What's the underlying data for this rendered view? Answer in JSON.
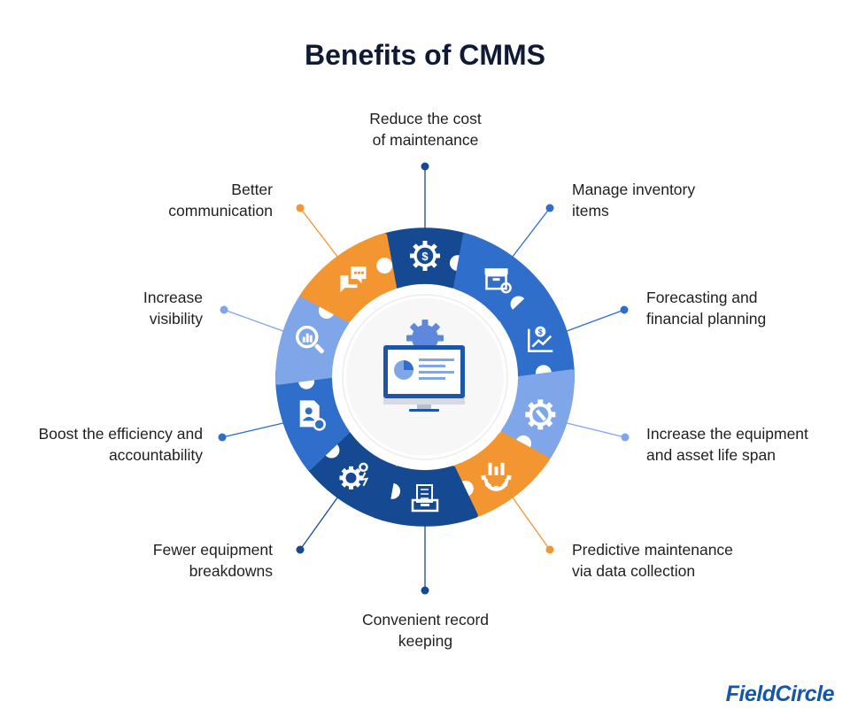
{
  "title": "Benefits of CMMS",
  "colors": {
    "dark_blue": "#154a93",
    "mid_blue": "#2f6fcb",
    "light_blue": "#7fa6e8",
    "orange": "#f39531",
    "title": "#0f1b35"
  },
  "center_icon": "computer-dashboard-icon",
  "benefits": [
    {
      "text": "Reduce the cost\nof maintenance",
      "icon": "dollar-gear-icon",
      "color": "dark_blue"
    },
    {
      "text": "Manage inventory\nitems",
      "icon": "inventory-box-icon",
      "color": "mid_blue"
    },
    {
      "text": "Forecasting and\nfinancial planning",
      "icon": "chart-dollar-icon",
      "color": "mid_blue"
    },
    {
      "text": "Increase the equipment\nand asset life span",
      "icon": "gear-wrench-icon",
      "color": "light_blue"
    },
    {
      "text": "Predictive maintenance\nvia data collection",
      "icon": "tools-gear-icon",
      "color": "orange"
    },
    {
      "text": "Convenient record\nkeeping",
      "icon": "file-tray-icon",
      "color": "dark_blue"
    },
    {
      "text": "Fewer equipment\nbreakdowns",
      "icon": "gears-icon",
      "color": "dark_blue"
    },
    {
      "text": "Boost the efficiency and\naccountability",
      "icon": "user-document-icon",
      "color": "mid_blue"
    },
    {
      "text": "Increase\nvisibility",
      "icon": "magnifier-chart-icon",
      "color": "light_blue"
    },
    {
      "text": "Better\ncommunication",
      "icon": "chat-bubbles-icon",
      "color": "orange"
    }
  ],
  "logo": "FieldCircle"
}
